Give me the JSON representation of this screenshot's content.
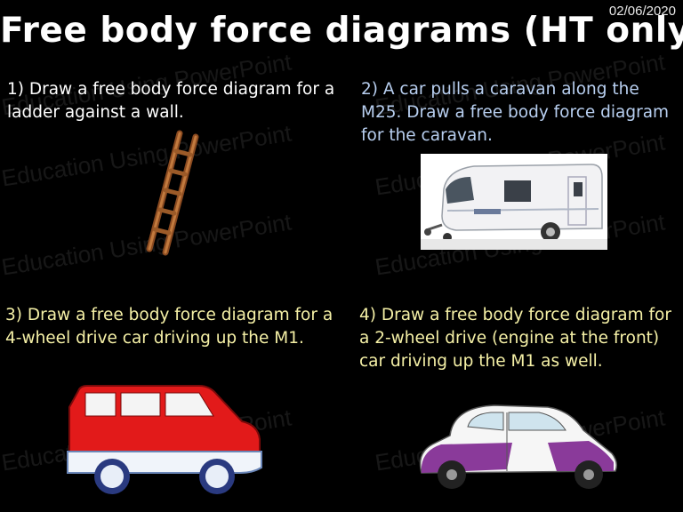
{
  "date": "02/06/2020",
  "title": "Free body force diagrams (HT only)",
  "watermark": "Education Using PowerPoint",
  "questions": [
    "1)  Draw a free body force diagram for a ladder against a wall.",
    "2)  A car pulls a caravan along the M25.  Draw a free body force diagram for the caravan.",
    "3)  Draw a free body force diagram for a 4-wheel drive car driving up the M1.",
    "4)  Draw a free body force diagram for a 2-wheel drive (engine at the front) car driving up the M1 as well."
  ],
  "colors": {
    "background": "#000000",
    "q1_text": "#ffffff",
    "q2_text": "#b8cff0",
    "q34_text": "#f5f0a6",
    "red_car": "#e21a1a",
    "purple_car": "#8a3a9a"
  }
}
